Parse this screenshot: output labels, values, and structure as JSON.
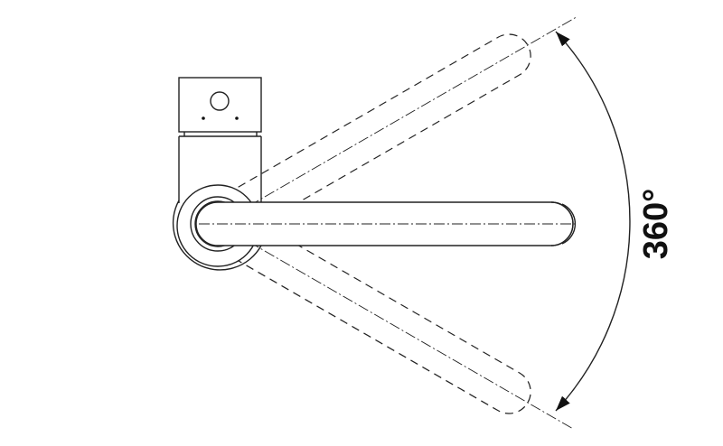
{
  "diagram": {
    "subject": "faucet-top-view-swivel-range",
    "rotation_label": "360°",
    "swivel_range_degrees": 360,
    "ghost_spout_angles_degrees": [
      -30,
      30
    ],
    "line_color": "#222222"
  }
}
